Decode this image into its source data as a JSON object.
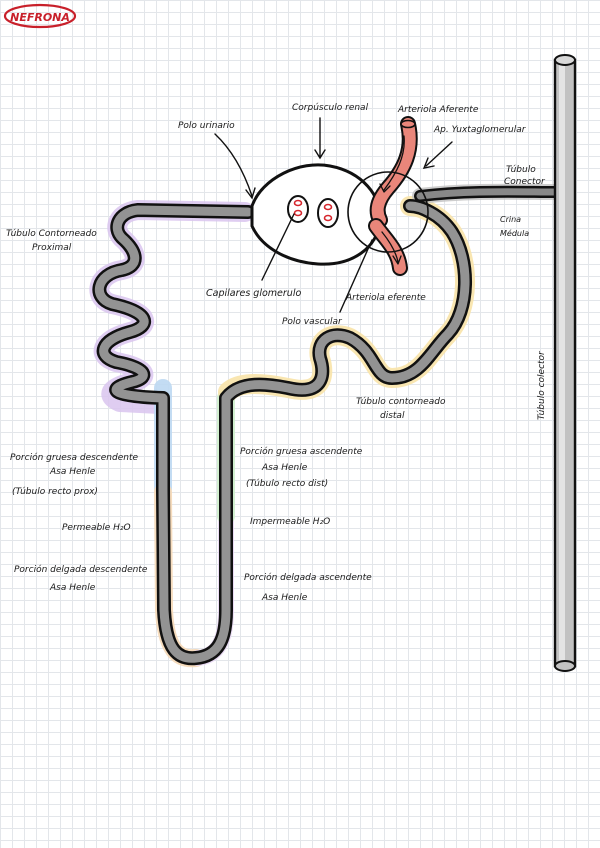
{
  "title": "NEFRONA",
  "labels": {
    "polo_urinario": "Polo urinario",
    "corpusculo_renal": "Corpúsculo renal",
    "arteriola_aferente": "Arteriola Aferente",
    "ap_yuxtaglomerular": "Ap. Yuxtaglomerular",
    "tubulo_conector_1": "Túbulo",
    "tubulo_conector_2": "Conector",
    "corteza": "Crina",
    "medula": "Médula",
    "tubulo_proximal_1": "Túbulo Contorneado",
    "tubulo_proximal_2": "Proximal",
    "capilares_glomerulo": "Capilares glomerulo",
    "arteriola_eferente": "Arteriola eferente",
    "polo_vascular": "Polo vascular",
    "tubulo_distal_1": "Túbulo contorneado",
    "tubulo_distal_2": "distal",
    "tubulo_colector": "Túbulo colector",
    "gruesa_desc_1": "Porción gruesa descendente",
    "gruesa_desc_2": "Asa Henle",
    "gruesa_desc_3": "(Túbulo recto prox)",
    "permeable": "Permeable H₂O",
    "delgada_desc_1": "Porción delgada descendente",
    "delgada_desc_2": "Asa Henle",
    "gruesa_asc_1": "Porción gruesa ascendente",
    "gruesa_asc_2": "Asa Henle",
    "gruesa_asc_3": "(Túbulo recto dist)",
    "impermeable": "Impermeable H₂O",
    "delgada_asc_1": "Porción delgada ascendente",
    "delgada_asc_2": "Asa Henle"
  },
  "colors": {
    "title_red": "#c8202a",
    "proximal": "#d9c4ef",
    "distal": "#f8e3a8",
    "thick_descending": "#bcd8f2",
    "thick_ascending": "#cdeecb",
    "thin_limb": "#f5d8b6",
    "collecting_duct": "#c2c2c2",
    "arteriole": "#e9867a",
    "capillary": "#d6262d",
    "outline": "#111111"
  }
}
